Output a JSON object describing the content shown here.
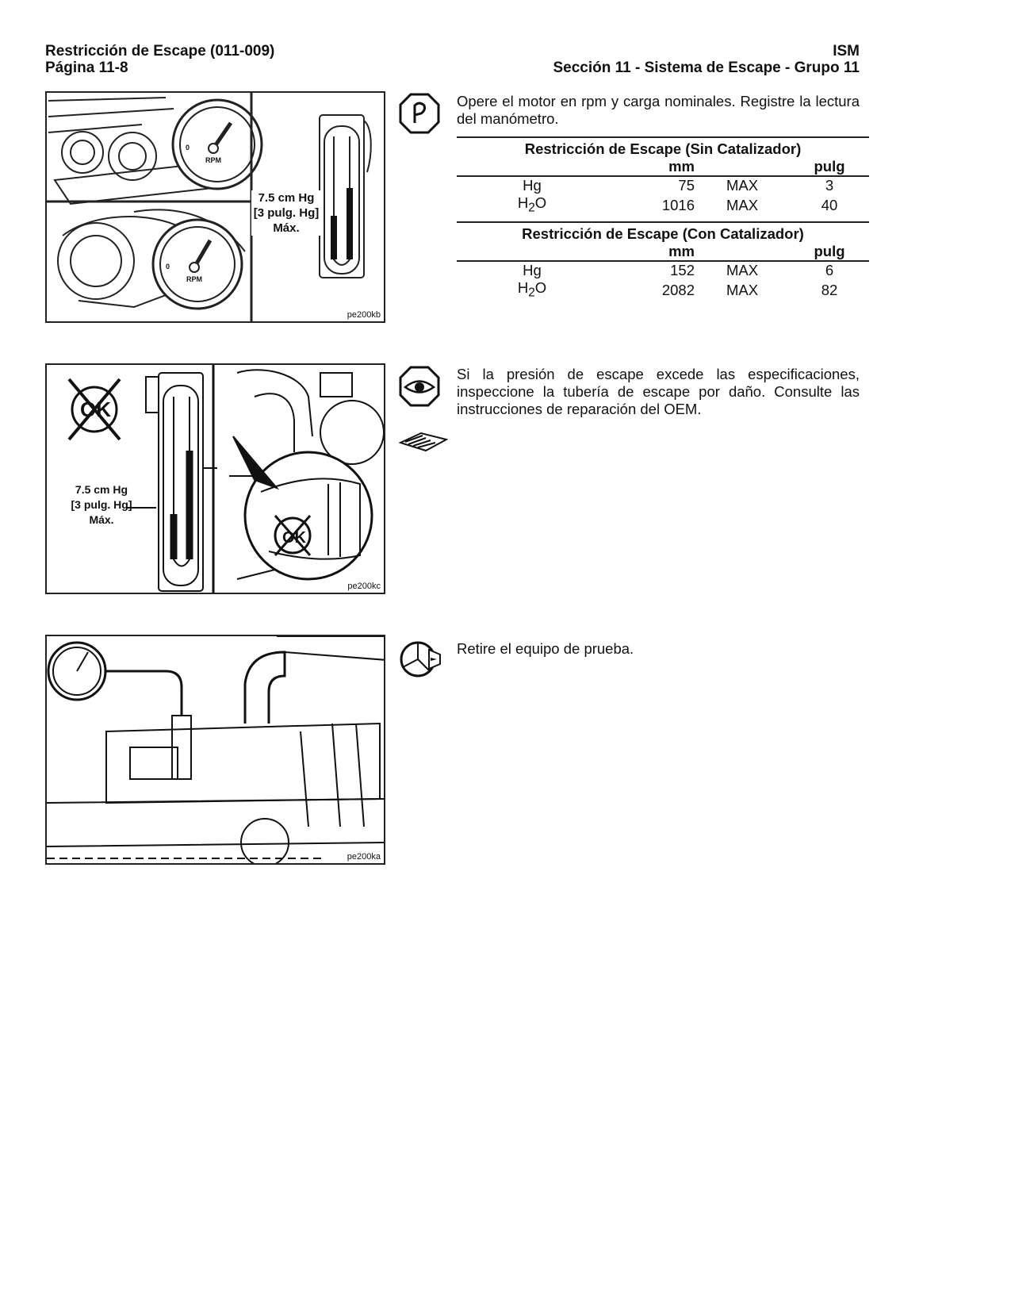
{
  "header": {
    "left_line1": "Restricción de Escape (011-009)",
    "left_line2": "Página 11-8",
    "right_line1": "ISM",
    "right_line2": "Sección 11 - Sistema de Escape - Grupo 11"
  },
  "steps": [
    {
      "figure_id": "pe200kb",
      "symbol": "measure-icon",
      "text": "Opere el motor en rpm y carga nominales. Registre la lectura del manómetro.",
      "figure_labels": [
        "7.5 cm Hg",
        "[3 pulg. Hg]",
        "Máx.",
        "RPM",
        "RPM",
        "0",
        "0"
      ]
    },
    {
      "figure_id": "pe200kc",
      "symbol": "inspect-eye-icon",
      "symbol2": "oem-manual-icon",
      "text": "Si la presión de escape excede las especificaciones, inspeccione la tubería de escape por daño. Consulte las instrucciones de reparación del OEM.",
      "figure_labels": [
        "7.5 cm Hg",
        "[3 pulg. Hg]",
        "Máx."
      ]
    },
    {
      "figure_id": "pe200ka",
      "symbol": "remove-equipment-icon",
      "text": "Retire el equipo de prueba."
    }
  ],
  "spec_tables": [
    {
      "title": "Restricción de Escape (Sin Catalizador)",
      "unit_mm": "mm",
      "unit_in": "pulg",
      "rows": [
        {
          "medium": "Hg",
          "mm": "75",
          "limit": "MAX",
          "in": "3"
        },
        {
          "medium_base": "H",
          "medium_sub": "2",
          "medium_tail": "O",
          "mm": "1016",
          "limit": "MAX",
          "in": "40"
        }
      ]
    },
    {
      "title": "Restricción de Escape (Con Catalizador)",
      "unit_mm": "mm",
      "unit_in": "pulg",
      "rows": [
        {
          "medium": "Hg",
          "mm": "152",
          "limit": "MAX",
          "in": "6"
        },
        {
          "medium_base": "H",
          "medium_sub": "2",
          "medium_tail": "O",
          "mm": "2082",
          "limit": "MAX",
          "in": "82"
        }
      ]
    }
  ]
}
